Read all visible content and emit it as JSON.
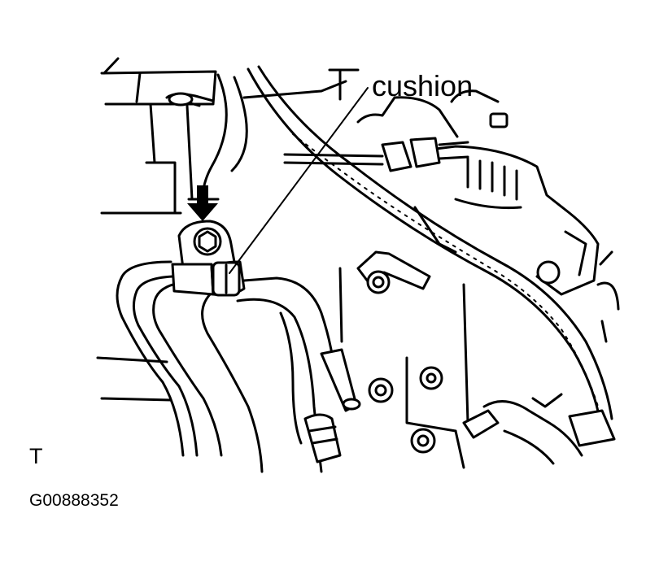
{
  "diagram": {
    "callout_label": "cushion",
    "view_mark": "T",
    "figure_id": "G00888352"
  },
  "icons": {
    "pointer": "down-arrow-icon"
  }
}
